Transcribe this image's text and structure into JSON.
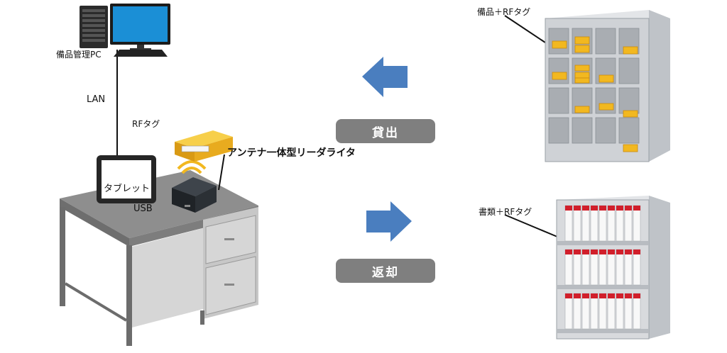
{
  "labels": {
    "pc": "備品管理PC",
    "lan": "LAN",
    "rf_tag": "RFタグ",
    "reader_writer": "アンテナ一体型リーダライタ",
    "tablet": "タブレット",
    "usb": "USB",
    "equipment_tag": "備品＋RFタグ",
    "documents_tag": "書類＋RFタグ"
  },
  "actions": {
    "lend": "貸出",
    "return": "返却"
  },
  "colors": {
    "arrow": "#4a7ebf",
    "pill": "#7f7f7f",
    "tag_box": "#f2b820",
    "monitor_screen": "#1b8fd6",
    "cabinet": "#c9ccd0",
    "binder_accent": "#d11f2b"
  }
}
